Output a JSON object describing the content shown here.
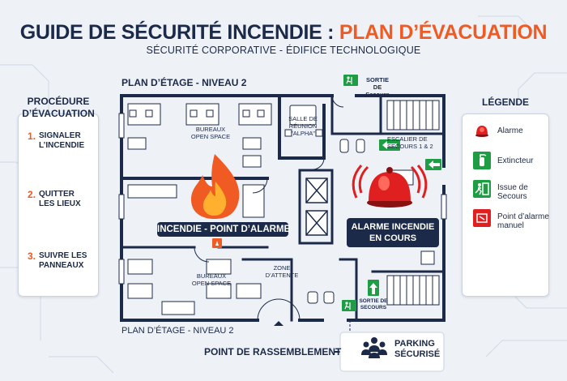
{
  "header": {
    "title_part1": "GUIDE DE SÉCURITÉ INCENDIE :",
    "title_part2": "PLAN D’ÉVACUATION",
    "subtitle": "SÉCURITÉ CORPORATIVE - ÉDIFICE TECHNOLOGIQUE"
  },
  "procedure": {
    "heading_line1": "PROCÉDURE",
    "heading_line2": "D’ÉVACUATION",
    "steps": [
      {
        "num": "1.",
        "line1": "SIGNALER",
        "line2": "L’INCENDIE"
      },
      {
        "num": "2.",
        "line1": "QUITTER",
        "line2": "LES LIEUX"
      },
      {
        "num": "3.",
        "line1": "SUIVRE LES",
        "line2": "PANNEAUX"
      }
    ]
  },
  "legend": {
    "heading": "LÉGENDE",
    "items": [
      {
        "icon": "alarm-bell-icon",
        "line1": "Alarme",
        "line2": ""
      },
      {
        "icon": "extinguisher-icon",
        "line1": "Extincteur",
        "line2": ""
      },
      {
        "icon": "emergency-exit-icon",
        "line1": "Issue de",
        "line2": "Secours"
      },
      {
        "icon": "manual-call-point-icon",
        "line1": "Point d’alarme",
        "line2": "manuel"
      }
    ]
  },
  "plan": {
    "floor_label_top": "PLAN D’ÉTAGE - NIVEAU 2",
    "floor_label_bottom": "PLAN D’ÉTAGE - NIVEAU 2",
    "exit_top": {
      "line1": "SORTIE DE",
      "line2": "Secours"
    },
    "exit_bottom": {
      "line1": "SORTIE DE",
      "line2": "SECOURS"
    },
    "office_top": {
      "line1": "BUREAUX",
      "line2": "OPEN SPACE"
    },
    "office_bottom": {
      "line1": "BUREAUX",
      "line2": "OPEN SPACE"
    },
    "meeting_room": {
      "line1": "SALLE DE",
      "line2": "RÉUNION",
      "line3": "\"ALPHA\""
    },
    "stairs": {
      "line1": "ESCALIER DE",
      "line2": "SECOURS 1 & 2"
    },
    "waiting_zone": {
      "line1": "ZONE",
      "line2": "D’ATTENTE"
    },
    "fire_banner": "INCENDIE - POINT D’ALARME",
    "alarm_banner_line1": "ALARME INCENDIE",
    "alarm_banner_line2": "EN COURS"
  },
  "assembly": {
    "label": "POINT DE RASSEMBLEMENT",
    "parking_line1": "PARKING",
    "parking_line2": "SÉCURISÉ"
  },
  "colors": {
    "navy": "#1c2a4a",
    "orange": "#f05a23",
    "red": "#e02020",
    "green": "#1f9d45"
  }
}
